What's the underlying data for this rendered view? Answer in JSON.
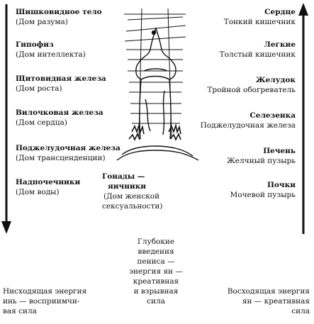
{
  "colors": {
    "ink": "#111111",
    "background": "#ffffff"
  },
  "left_glands": [
    {
      "name": "Шишковидное тело",
      "house": "(Дом разума)"
    },
    {
      "name": "Гипофиз",
      "house": "(Дом интеллекта)"
    },
    {
      "name": "Щитовидная железа",
      "house": "(Дом роста)"
    },
    {
      "name": "Вилочковая железа",
      "house": "(Дом сердца)"
    },
    {
      "name": "Поджелудочная железа",
      "house": "(Дом трансценденции)"
    },
    {
      "name": "Надпочечники",
      "house": "(Дом воды)"
    }
  ],
  "gonads": {
    "name_line1": "Гонады —",
    "name_line2": "яичники",
    "house_line1": "(Дом женской",
    "house_line2": "сексуальности)"
  },
  "right_organs": [
    {
      "name": "Сердце",
      "pair": "Тонкий кишечник"
    },
    {
      "name": "Легкие",
      "pair": "Толстый кишечник"
    },
    {
      "name": "Желудок",
      "pair": "Тройной обогреватель"
    },
    {
      "name": "Селезенка",
      "pair": "Поджелудочная железа"
    },
    {
      "name": "Печень",
      "pair": "Желчный пузырь"
    },
    {
      "name": "Почки",
      "pair": "Мочевой пузырь"
    }
  ],
  "center_note": [
    "Глубокие",
    "введения",
    "пениса —",
    "энергия ян —",
    "креативная",
    "и взрывная",
    "сила"
  ],
  "descending_note": [
    "Нисходящая энергия",
    "инь — восприимчи-",
    "вая сила"
  ],
  "ascending_note": [
    "Восходящая энергия",
    "ян — креативная",
    "сила"
  ]
}
